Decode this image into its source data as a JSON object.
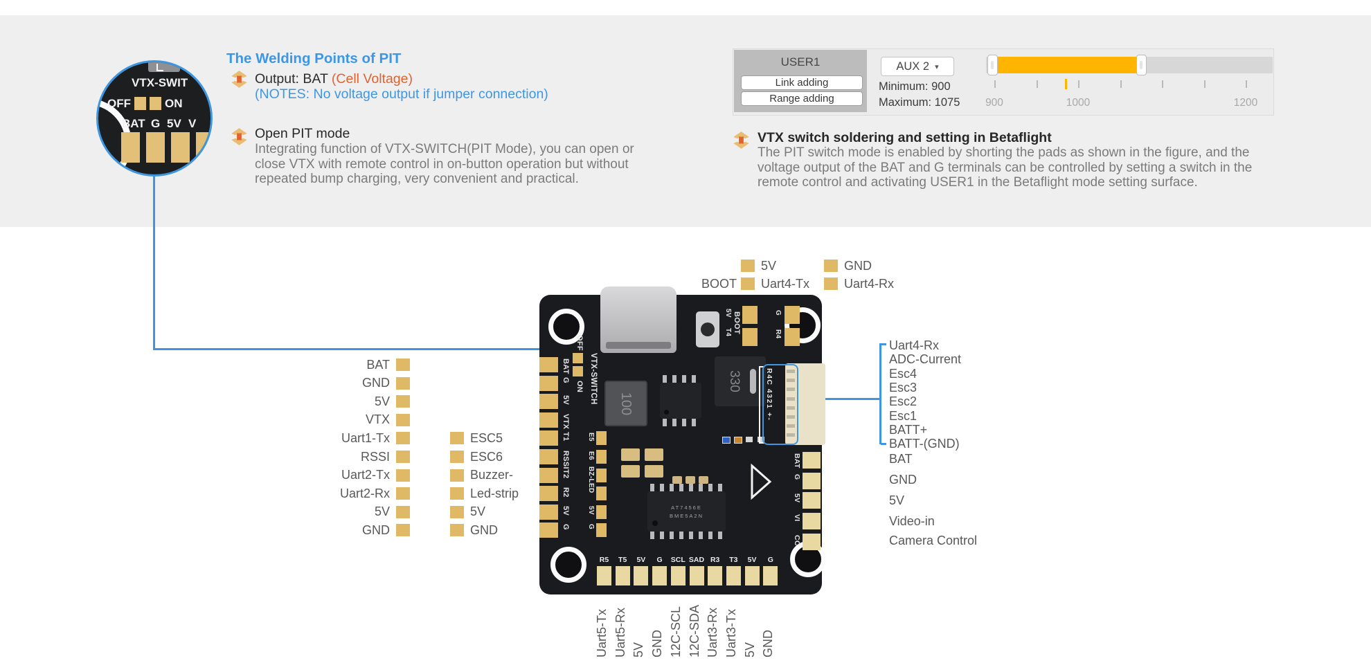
{
  "page": {
    "band_color": "#efeff0"
  },
  "colors": {
    "accent_blue": "#3f96e0",
    "heading_blue": "#3b97e8",
    "orange": "#e0622d",
    "gold": "#dfb966",
    "pale_gold": "#e8d9a2",
    "betaflight_yellow": "#ffb400"
  },
  "inset": {
    "title": "VTX-SWIT",
    "off": "OFF",
    "on": "ON",
    "pad_labels": [
      "BAT",
      "G",
      "5V",
      "V"
    ]
  },
  "sections": {
    "welding": {
      "title": "The Welding Points of PIT",
      "output": "Output: BAT",
      "output_note": "(Cell Voltage)",
      "notes": "(NOTES: No voltage output if jumper connection)"
    },
    "open_pit": {
      "title": "Open PIT mode",
      "body": "Integrating function of VTX-SWITCH(PIT Mode), you can open or close VTX with remote control in on-button operation but without repeated bump charging, very convenient and practical."
    },
    "vtx_setting": {
      "title": "VTX switch soldering and setting in Betaflight",
      "body": "The PIT switch mode is enabled by shorting the pads as shown in the figure, and the voltage output of the BAT and G terminals can be controlled by setting a switch in the remote control and activating USER1 in the Betaflight mode setting surface."
    }
  },
  "betaflight": {
    "mode_name": "USER1",
    "link_button": "Link adding",
    "range_button": "Range adding",
    "channel": "AUX 2",
    "minimum_label": "Minimum: 900",
    "maximum_label": "Maximum: 1075",
    "range_min": 900,
    "range_max": 1075,
    "axis_min": 900,
    "axis_max": 1200,
    "current_value": 985,
    "scale_labels": [
      "900",
      "1000",
      "1200"
    ]
  },
  "pinout": {
    "top_row1": [
      "5V",
      "GND"
    ],
    "top_row2": [
      "BOOT",
      "Uart4-Tx",
      "Uart4-Rx"
    ],
    "left_col1": [
      "BAT",
      "GND",
      "5V",
      "VTX",
      "Uart1-Tx",
      "RSSI",
      "Uart2-Tx",
      "Uart2-Rx",
      "5V",
      "GND"
    ],
    "left_col2": [
      "ESC5",
      "ESC6",
      "Buzzer-",
      "Led-strip",
      "5V",
      "GND"
    ],
    "right_col1": [
      "Uart4-Rx",
      "ADC-Current",
      "Esc4",
      "Esc3",
      "Esc2",
      "Esc1",
      "BATT+",
      "BATT-(GND)"
    ],
    "right_col2": [
      "BAT",
      "GND",
      "5V",
      "Video-in",
      "Camera Control"
    ],
    "bottom": [
      "Uart5-Tx",
      "Uart5-Rx",
      "5V",
      "GND",
      "12C-SCL",
      "12C-SDA",
      "Uart3-Rx",
      "Uart3-Tx",
      "5V",
      "GND"
    ]
  },
  "board": {
    "silkscreen": {
      "left_col1": [
        "BAT",
        "G",
        "5V",
        "VTX",
        "T1",
        "RSSI",
        "T2",
        "R2",
        "5V",
        "G"
      ],
      "left_col2": [
        "E5",
        "E6",
        "BZ-LED",
        "5V",
        "G"
      ],
      "off": "OFF",
      "on": "ON",
      "vtx_switch": "VTX-SWITCH",
      "boot": "BOOT",
      "pad_5v": "5V",
      "pad_t4": "T4",
      "pad_g": "G",
      "pad_r4": "R4",
      "connector": "R4C 4321 +-",
      "right_edge": [
        "BAT",
        "G",
        "5V",
        "VI",
        "CC"
      ],
      "bottom_edge": [
        "R5",
        "T5",
        "5V",
        "G",
        "SCL",
        "SAD",
        "R3",
        "T3",
        "5V",
        "G"
      ]
    },
    "chips": {
      "inductor": "100",
      "regulator": "330",
      "osd_line1": "AT7456E",
      "osd_line2": "BME5A2N"
    }
  }
}
